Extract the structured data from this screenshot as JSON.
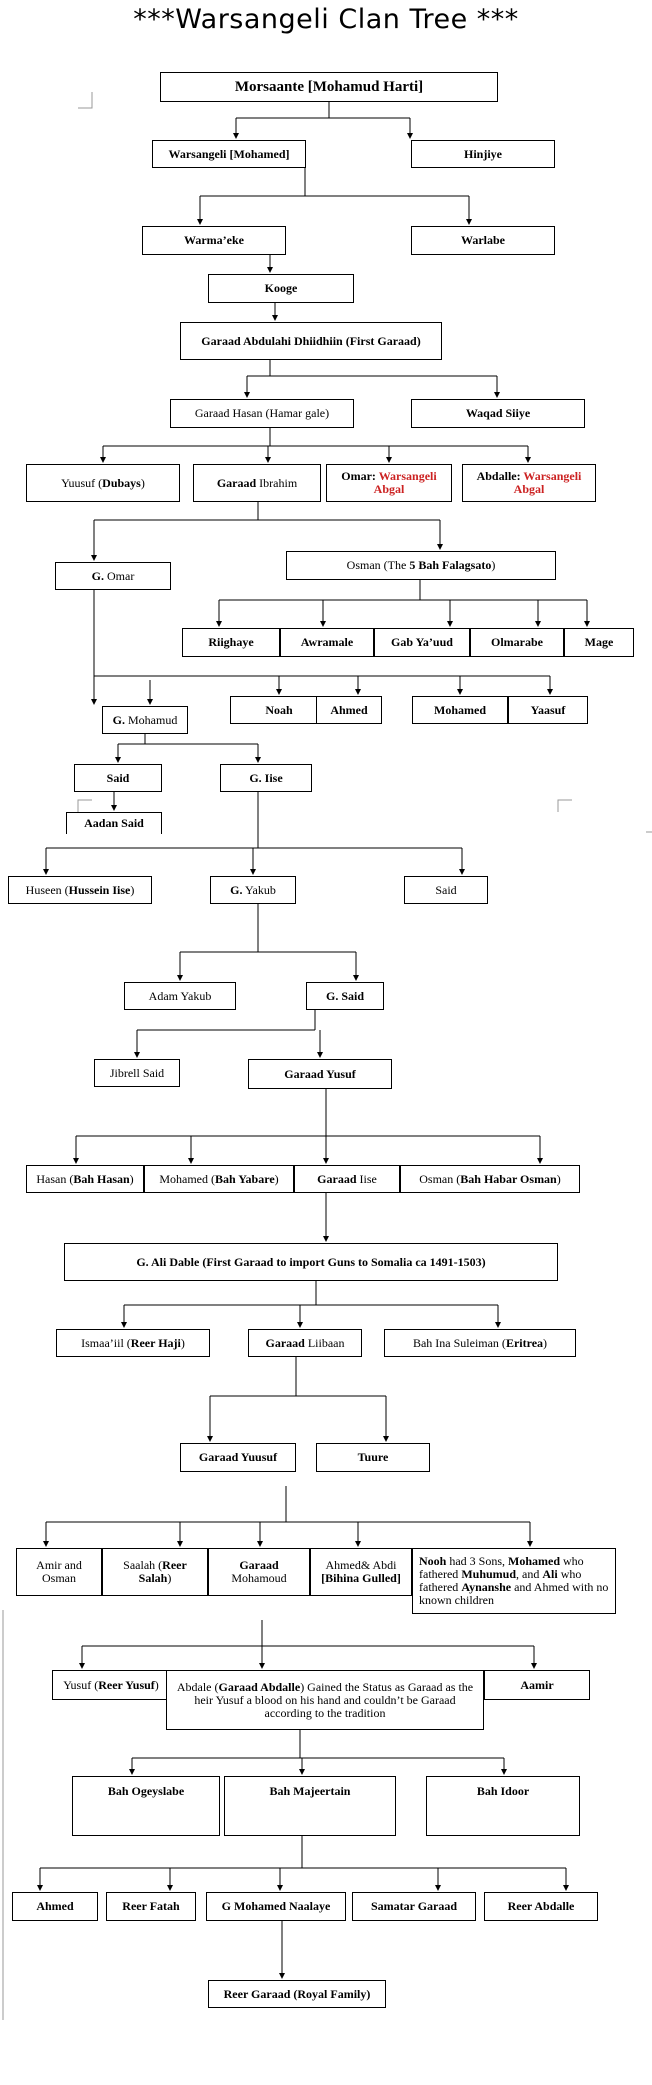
{
  "title": "***Warsangeli Clan Tree ***",
  "nodes": {
    "morsaante": [
      {
        "t": "Morsaante [Mohamud Harti]",
        "b": true
      }
    ],
    "warsangeli": [
      {
        "t": "Warsangeli [Mohamed]",
        "b": true
      }
    ],
    "hinjiye": [
      {
        "t": "Hinjiye",
        "b": true
      }
    ],
    "warmaeke": [
      {
        "t": "Warma’eke",
        "b": true
      }
    ],
    "warlabe": [
      {
        "t": "Warlabe",
        "b": true
      }
    ],
    "kooge": [
      {
        "t": "Kooge",
        "b": true
      }
    ],
    "abdulahi": [
      {
        "t": "Garaad Abdulahi Dhiidhiin ",
        "b": true
      },
      {
        "t": "(First Garaad)",
        "b": true
      }
    ],
    "hasan": [
      {
        "t": "Garaad Hasan (Hamar gale)"
      }
    ],
    "waqad": [
      {
        "t": "Waqad Siiye",
        "b": true
      }
    ],
    "yuusuf": [
      {
        "t": "Yuusuf ("
      },
      {
        "t": "Dubays",
        "b": true
      },
      {
        "t": ")"
      }
    ],
    "ibrahim": [
      {
        "t": "Garaad",
        "b": true
      },
      {
        "t": " Ibrahim"
      }
    ],
    "omar": [
      {
        "t": "Omar: ",
        "b": true
      },
      {
        "t": "Warsangeli Abgal",
        "r": true
      }
    ],
    "abdalle": [
      {
        "t": "Abdalle: ",
        "b": true
      },
      {
        "t": "Warsangeli Abgal",
        "r": true
      }
    ],
    "gomar": [
      {
        "t": "G.",
        "b": true
      },
      {
        "t": " Omar"
      }
    ],
    "osman": [
      {
        "t": "Osman (The "
      },
      {
        "t": "5 Bah Falagsato",
        "b": true
      },
      {
        "t": ")"
      }
    ],
    "riighaye": [
      {
        "t": "Riighaye",
        "b": true
      }
    ],
    "awramale": [
      {
        "t": "Awramale",
        "b": true
      }
    ],
    "gabyaud": [
      {
        "t": "Gab Ya’uud",
        "b": true
      }
    ],
    "olmarabe": [
      {
        "t": "Olmarabe",
        "b": true
      }
    ],
    "mage": [
      {
        "t": "Mage",
        "b": true
      }
    ],
    "gmohamud": [
      {
        "t": "G. ",
        "b": true
      },
      {
        "t": "Mohamud"
      }
    ],
    "noah": [
      {
        "t": "Noah",
        "b": true
      }
    ],
    "ahmed1": [
      {
        "t": "Ahmed",
        "b": true
      }
    ],
    "mohamed1": [
      {
        "t": "Mohamed",
        "b": true
      }
    ],
    "yaasuf": [
      {
        "t": "Yaasuf",
        "b": true
      }
    ],
    "said1": [
      {
        "t": "Said",
        "b": true
      }
    ],
    "giise": [
      {
        "t": "G. Iise",
        "b": true
      }
    ],
    "aadan": [
      {
        "t": "Aadan Said",
        "b": true
      }
    ],
    "huseen": [
      {
        "t": "Huseen ("
      },
      {
        "t": "Hussein Iise",
        "b": true
      },
      {
        "t": ")"
      }
    ],
    "gyakub": [
      {
        "t": "G.",
        "b": true
      },
      {
        "t": " Yakub"
      }
    ],
    "said2": [
      {
        "t": "Said"
      }
    ],
    "adam": [
      {
        "t": "Adam Yakub"
      }
    ],
    "gsaid": [
      {
        "t": "G. Said",
        "b": true
      }
    ],
    "jibrell": [
      {
        "t": "Jibrell Said"
      }
    ],
    "gyusuf1": [
      {
        "t": "Garaad Yusuf",
        "b": true
      }
    ],
    "bahhasan": [
      {
        "t": "Hasan ("
      },
      {
        "t": "Bah Hasan",
        "b": true
      },
      {
        "t": ")"
      }
    ],
    "bahyabare": [
      {
        "t": "Mohamed ("
      },
      {
        "t": "Bah Yabare",
        "b": true
      },
      {
        "t": ")"
      }
    ],
    "giise2": [
      {
        "t": "Garaad",
        "b": true
      },
      {
        "t": " Iise"
      }
    ],
    "bahhabar": [
      {
        "t": "Osman ("
      },
      {
        "t": "Bah Habar Osman",
        "b": true
      },
      {
        "t": ")"
      }
    ],
    "alidable": [
      {
        "t": "G. Ali Dable (First Garaad to import Guns to Somalia ca 1491-1503)",
        "b": true
      }
    ],
    "ismaail": [
      {
        "t": "Ismaa’iil ("
      },
      {
        "t": "Reer Haji",
        "b": true
      },
      {
        "t": ")"
      }
    ],
    "liibaan": [
      {
        "t": "Garaad",
        "b": true
      },
      {
        "t": " Liibaan"
      }
    ],
    "bahina": [
      {
        "t": "Bah Ina Suleiman ("
      },
      {
        "t": "Eritrea",
        "b": true
      },
      {
        "t": ")"
      }
    ],
    "gyusuf2": [
      {
        "t": "Garaad Yuusuf",
        "b": true
      }
    ],
    "tuure": [
      {
        "t": "Tuure",
        "b": true
      }
    ],
    "amir": [
      {
        "t": "Amir and Osman"
      }
    ],
    "saalah": [
      {
        "t": "Saalah ("
      },
      {
        "t": "Reer Salah",
        "b": true
      },
      {
        "t": ")"
      }
    ],
    "gmohamoud": [
      {
        "t": "Garaad",
        "b": true
      },
      {
        "t": " Mohamoud"
      }
    ],
    "bihina": [
      {
        "t": "Ahmed& Abdi "
      },
      {
        "t": "[Bihina Gulled]",
        "b": true
      }
    ],
    "nooh": [
      {
        "t": "Nooh",
        "b": true
      },
      {
        "t": " had 3 Sons, "
      },
      {
        "t": "Mohamed",
        "b": true
      },
      {
        "t": " who fathered "
      },
      {
        "t": "Muhumud",
        "b": true
      },
      {
        "t": ", and "
      },
      {
        "t": "Ali",
        "b": true
      },
      {
        "t": " who fathered "
      },
      {
        "t": "Aynanshe",
        "b": true
      },
      {
        "t": " and Ahmed with no known children"
      }
    ],
    "reeryusuf": [
      {
        "t": "Yusuf ("
      },
      {
        "t": "Reer Yusuf",
        "b": true
      },
      {
        "t": ")"
      }
    ],
    "garaadabdalle": [
      {
        "t": "Abdale ("
      },
      {
        "t": "Garaad Abdalle",
        "b": true
      },
      {
        "t": ") Gained the Status as Garaad as the heir Yusuf a blood on his hand and couldn’t be Garaad according to the tradition"
      }
    ],
    "aamir": [
      {
        "t": "Aamir",
        "b": true
      }
    ],
    "ogeyslabe": [
      {
        "t": "Bah Ogeyslabe",
        "b": true
      }
    ],
    "majeertain": [
      {
        "t": "Bah Majeertain",
        "b": true
      }
    ],
    "idoor": [
      {
        "t": "Bah Idoor",
        "b": true
      }
    ],
    "ahmed2": [
      {
        "t": "Ahmed",
        "b": true
      }
    ],
    "reerfatah": [
      {
        "t": "Reer Fatah",
        "b": true
      }
    ],
    "naalaye": [
      {
        "t": "G Mohamed Naalaye",
        "b": true
      }
    ],
    "samatar": [
      {
        "t": "Samatar Garaad",
        "b": true
      }
    ],
    "reerabdalle": [
      {
        "t": "Reer Abdalle",
        "b": true
      }
    ],
    "reergaraad": [
      {
        "t": "Reer Garaad (Royal Family)",
        "b": true
      }
    ]
  }
}
